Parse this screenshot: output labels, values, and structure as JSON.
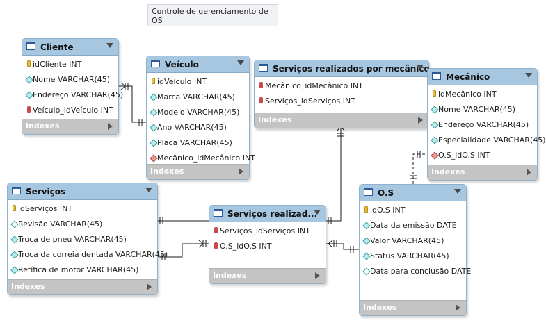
{
  "note": "Controle de gerenciamento de OS",
  "indexes_label": "Indexes",
  "tables": {
    "cliente": {
      "name": "Cliente",
      "columns": [
        {
          "text": "idCliente INT",
          "kind": "pk"
        },
        {
          "text": "Nome VARCHAR(45)",
          "kind": "attribute"
        },
        {
          "text": "Endereço VARCHAR(45)",
          "kind": "attribute"
        },
        {
          "text": "Veículo_idVeículo INT",
          "kind": "fk"
        }
      ]
    },
    "veiculo": {
      "name": "Veículo",
      "columns": [
        {
          "text": "idVeículo INT",
          "kind": "pk"
        },
        {
          "text": "Marca VARCHAR(45)",
          "kind": "attribute"
        },
        {
          "text": "Modelo VARCHAR(45)",
          "kind": "attribute"
        },
        {
          "text": "Ano VARCHAR(45)",
          "kind": "attribute"
        },
        {
          "text": "Placa VARCHAR(45)",
          "kind": "attribute"
        },
        {
          "text": "Mecânico_idMecânico INT",
          "kind": "fk-attribute"
        }
      ]
    },
    "servicos_mecanico": {
      "name": "Serviços realizados por mecânico",
      "columns": [
        {
          "text": "Mecânico_idMecânico INT",
          "kind": "fk"
        },
        {
          "text": "Serviços_idServiços INT",
          "kind": "fk"
        }
      ]
    },
    "mecanico": {
      "name": "Mecânico",
      "columns": [
        {
          "text": "idMecânico INT",
          "kind": "pk"
        },
        {
          "text": "Nome VARCHAR(45)",
          "kind": "attribute"
        },
        {
          "text": "Endereço VARCHAR(45)",
          "kind": "attribute"
        },
        {
          "text": "Especialidade VARCHAR(45)",
          "kind": "attribute"
        },
        {
          "text": "O.S_idO.S INT",
          "kind": "fk-attribute"
        }
      ]
    },
    "servicos": {
      "name": "Serviços",
      "columns": [
        {
          "text": "idServiços INT",
          "kind": "pk"
        },
        {
          "text": "Revisão VARCHAR(45)",
          "kind": "nullable"
        },
        {
          "text": "Troca de pneu VARCHAR(45)",
          "kind": "attribute"
        },
        {
          "text": "Troca da correia dentada VARCHAR(45)",
          "kind": "attribute"
        },
        {
          "text": "Retífica de motor VARCHAR(45)",
          "kind": "attribute"
        }
      ]
    },
    "servicos_realizados": {
      "name": "Serviços realizad...",
      "columns": [
        {
          "text": "Serviços_idServiços INT",
          "kind": "fk"
        },
        {
          "text": "O.S_idO.S INT",
          "kind": "fk"
        }
      ]
    },
    "os": {
      "name": "O.S",
      "columns": [
        {
          "text": "idO.S INT",
          "kind": "pk"
        },
        {
          "text": "Data da emissão DATE",
          "kind": "attribute"
        },
        {
          "text": "Valor VARCHAR(45)",
          "kind": "attribute"
        },
        {
          "text": "Status VARCHAR(45)",
          "kind": "attribute"
        },
        {
          "text": "Data para conclusão DATE",
          "kind": "nullable"
        }
      ]
    }
  }
}
